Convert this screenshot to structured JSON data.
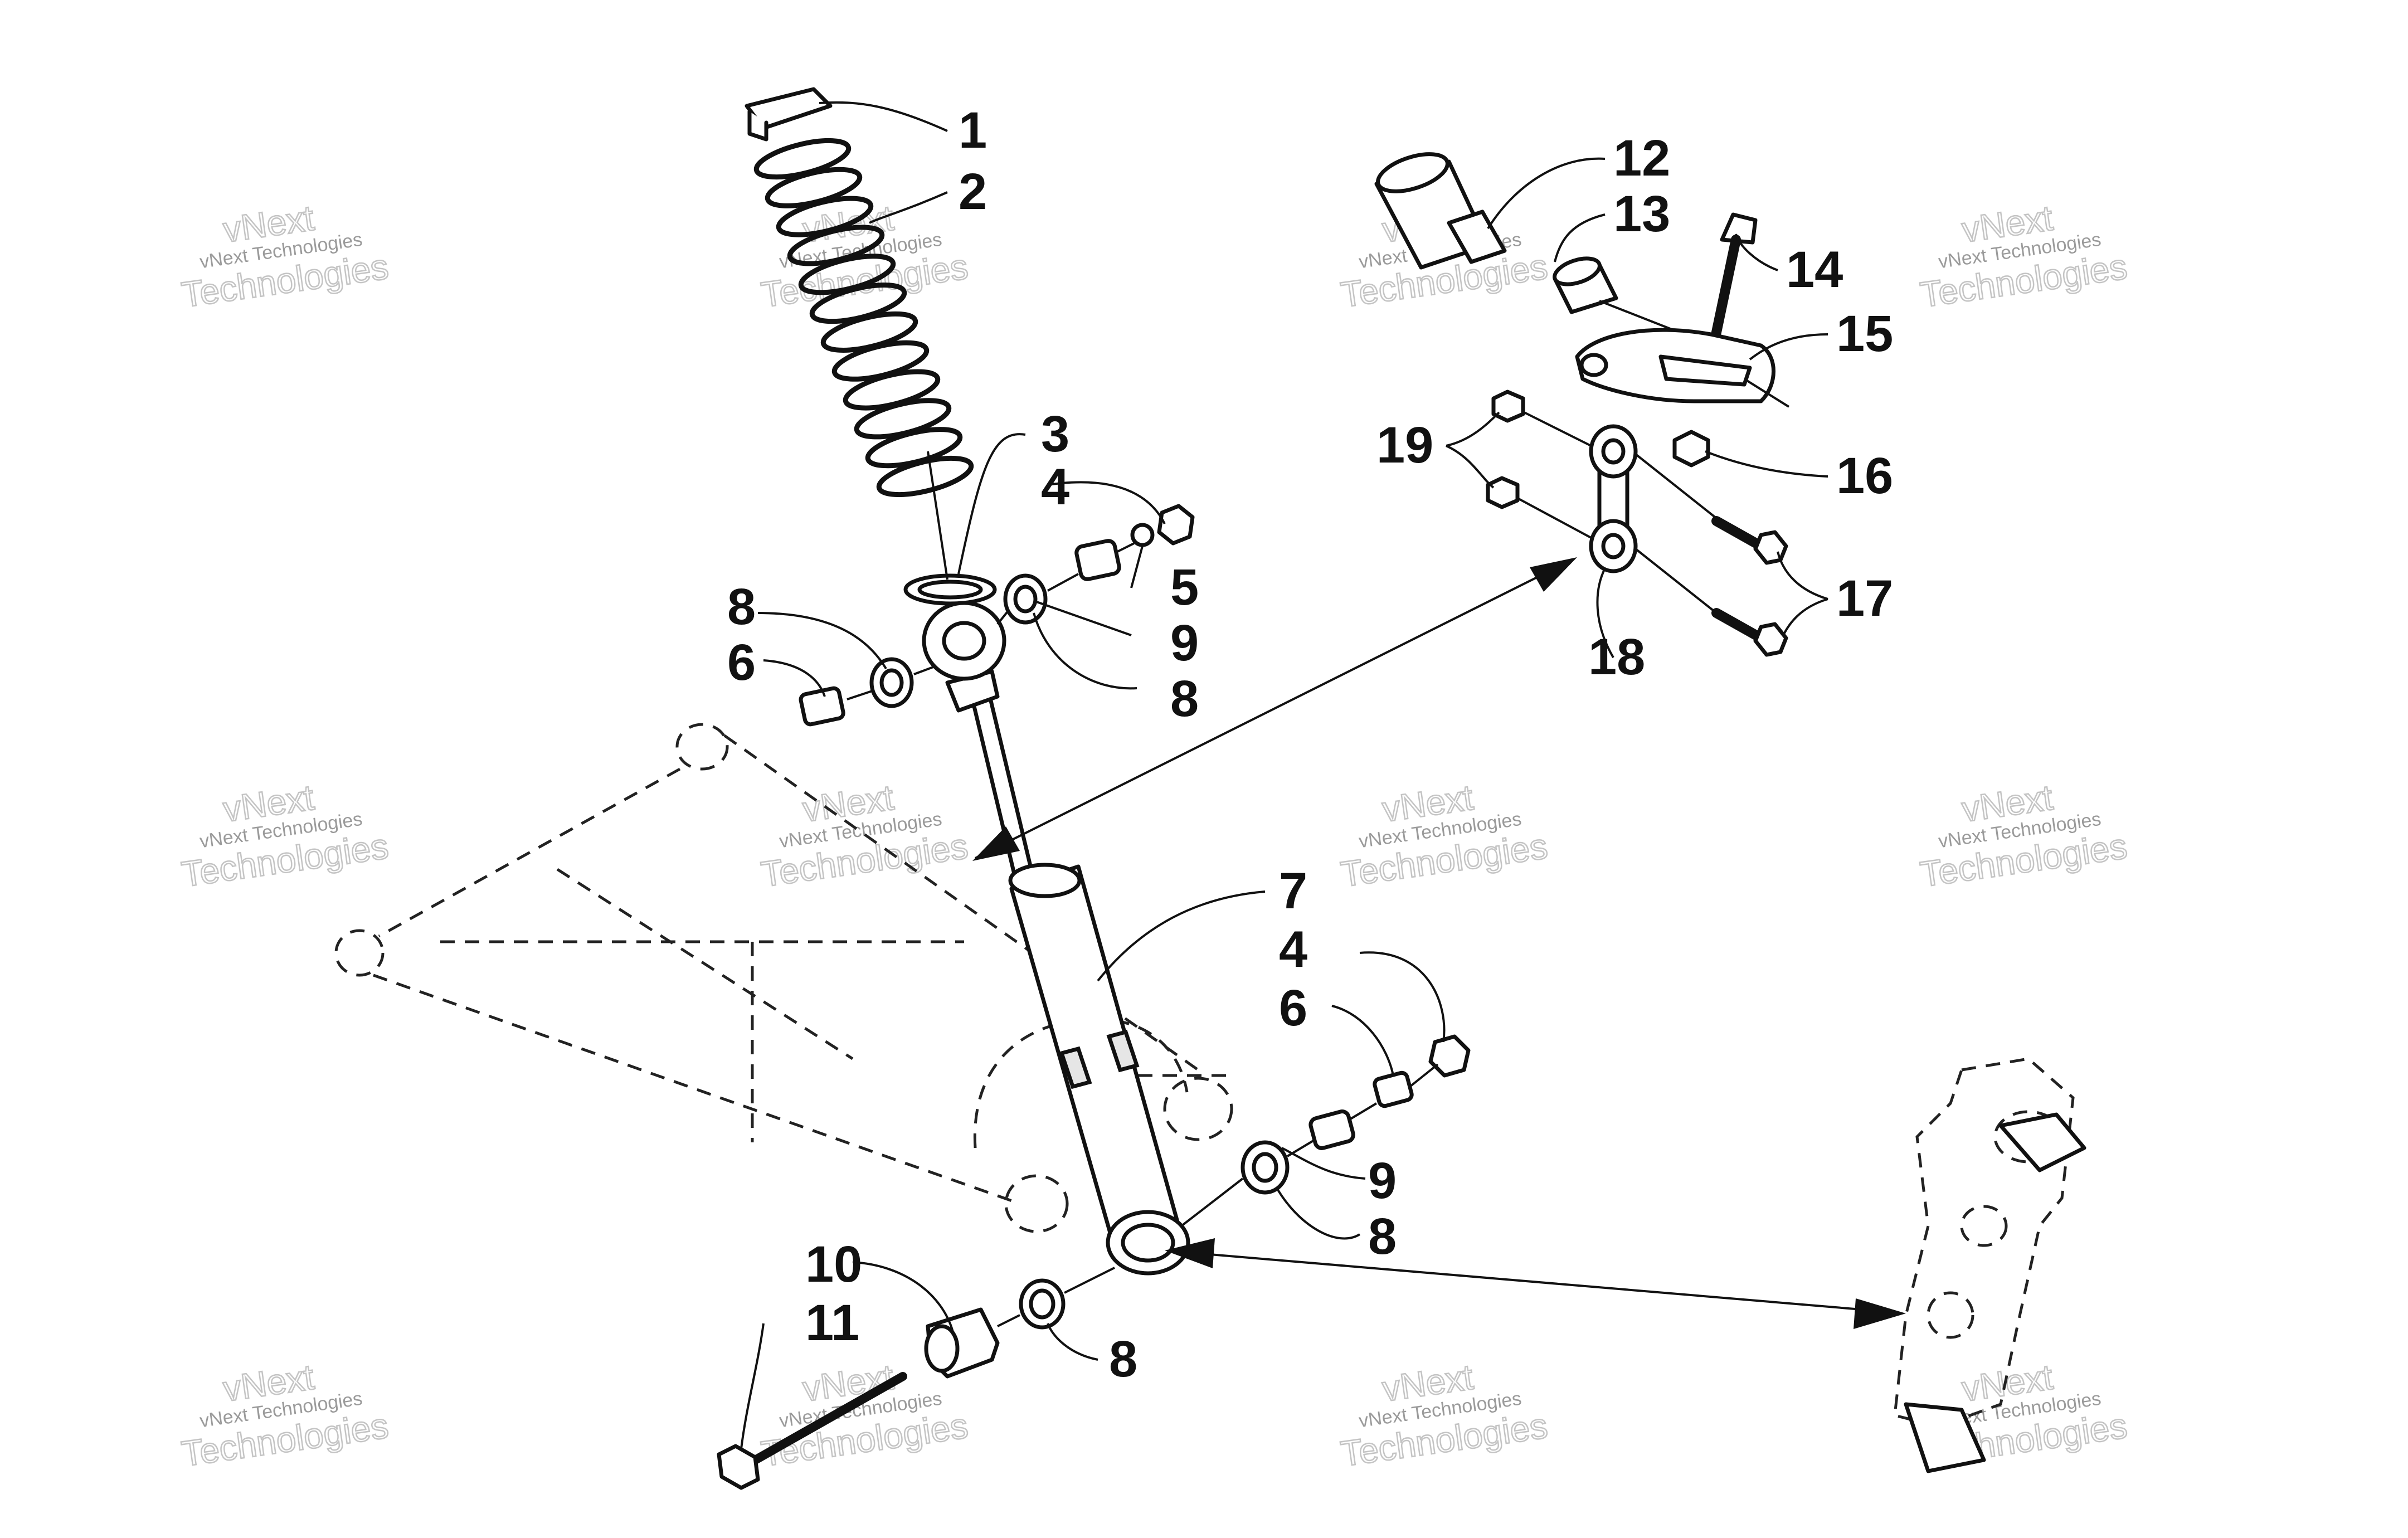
{
  "callouts": [
    "1",
    "2",
    "3",
    "4",
    "5",
    "6",
    "7",
    "8",
    "9",
    "10",
    "11",
    "12",
    "13",
    "14",
    "15",
    "16",
    "17",
    "18",
    "19"
  ],
  "watermark": {
    "line_small": "vNext Technologies",
    "line_large": "Technologies",
    "line_brand": "vNext"
  },
  "colors": {
    "ink": "#111111",
    "watermark": "#9a9a9a",
    "background": "#ffffff"
  }
}
